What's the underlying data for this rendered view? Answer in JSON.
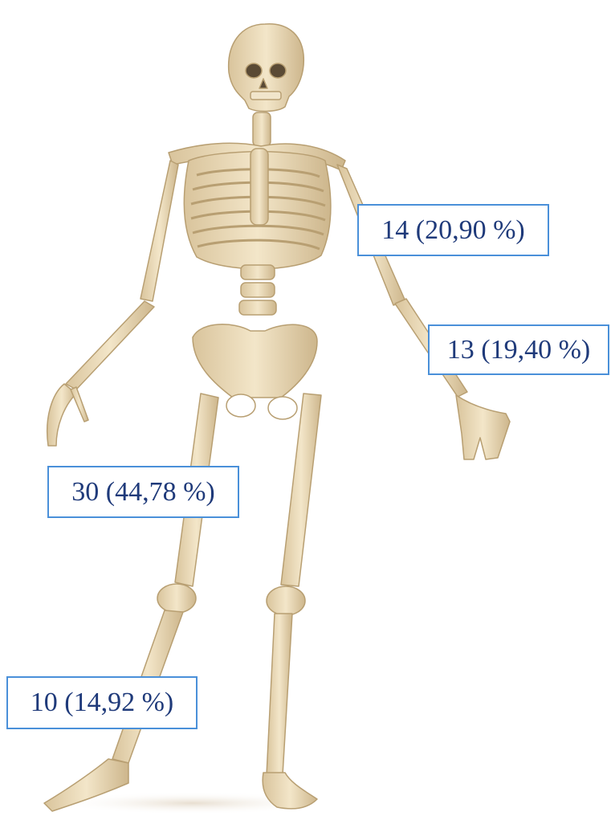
{
  "labels": {
    "upper_arm": "14 (20,90 %)",
    "hand": "13 (19,40 %)",
    "thigh": "30 (44,78 %)",
    "foot": "10 (14,92 %)"
  },
  "colors": {
    "bone": "#eedfc0",
    "bone_shadow": "#c9b48a",
    "box_border": "#4a90d9",
    "label_text": "#1f3a7a"
  }
}
